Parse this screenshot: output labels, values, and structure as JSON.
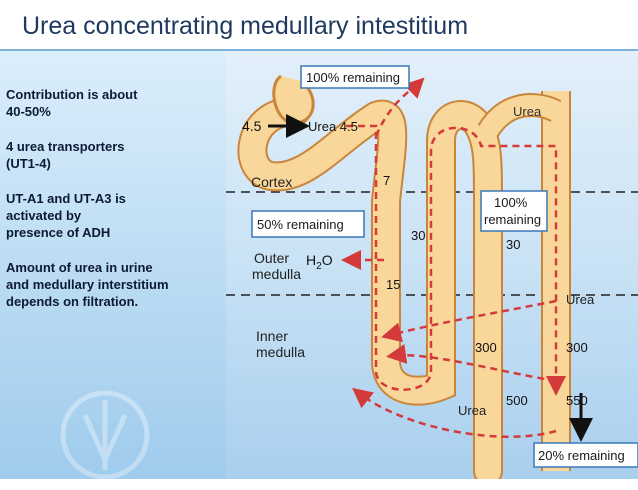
{
  "slide": {
    "title": "Urea concentrating medullary intestitium",
    "notes": [
      "Contribution is about\n 40-50%",
      "4 urea transporters\n(UT1-4)",
      "UT-A1 and UT-A3 is\n activated by\n presence of ADH",
      "Amount of urea in urine\nand medullary interstitium\ndepends on filtration."
    ]
  },
  "diagram": {
    "zones": {
      "cortex": "Cortex",
      "outer_medulla": "Outer\nmedulla",
      "inner_medulla": "Inner\nmedulla"
    },
    "boxes": {
      "top": "100% remaining",
      "mid": "50% remaining",
      "right_l1": "100%",
      "right_l2": "remaining",
      "bottom": "20% remaining"
    },
    "labels": {
      "input": "4.5",
      "urea_in": "Urea 4.5",
      "urea_top": "Urea",
      "urea_right": "Urea",
      "urea_bottom": "Urea",
      "v7": "7",
      "v30_left": "30",
      "v30_right": "30",
      "v15": "15",
      "h2o": "H",
      "h2o_sub": "2",
      "h2o_o": "O",
      "v300_left": "300",
      "v300_right": "300",
      "v500": "500",
      "v550": "550"
    },
    "colors": {
      "tubule": "#f9d79a",
      "tubule_edge": "#c9863b",
      "arrow_red": "#d43a3a",
      "box_stroke": "#3a78b8"
    }
  }
}
